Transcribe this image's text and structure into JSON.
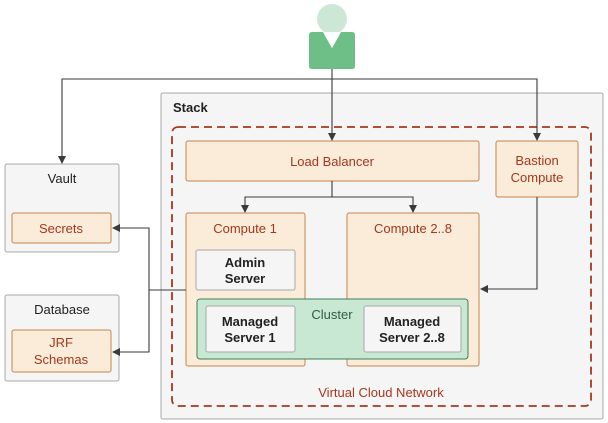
{
  "stack": {
    "title": "Stack"
  },
  "vcn": {
    "label": "Virtual Cloud Network"
  },
  "vault": {
    "title": "Vault",
    "secrets": "Secrets"
  },
  "database": {
    "title": "Database",
    "jrf_line1": "JRF",
    "jrf_line2": "Schemas"
  },
  "load_balancer": {
    "label": "Load Balancer"
  },
  "bastion": {
    "line1": "Bastion",
    "line2": "Compute"
  },
  "compute1": {
    "label": "Compute 1"
  },
  "compute2": {
    "label": "Compute 2..8"
  },
  "admin_server": {
    "line1": "Admin",
    "line2": "Server"
  },
  "cluster": {
    "label": "Cluster"
  },
  "managed1": {
    "line1": "Managed",
    "line2": "Server 1"
  },
  "managed2": {
    "line1": "Managed",
    "line2": "Server 2..8"
  },
  "colors": {
    "orange_fill": "#fbebd9",
    "orange_stroke": "#c8844d",
    "vcn_dash": "#a5381e",
    "gray_fill": "#f5f5f5",
    "gray_stroke": "#a8a8a8",
    "green_fill": "#c9e8d3",
    "green_stroke": "#3f7f58",
    "user_body": "#6dbf87",
    "user_head": "#cde7d6",
    "text_orange": "#a3381c",
    "line": "#3a3a3a"
  },
  "icons": {
    "user": "user-icon"
  }
}
